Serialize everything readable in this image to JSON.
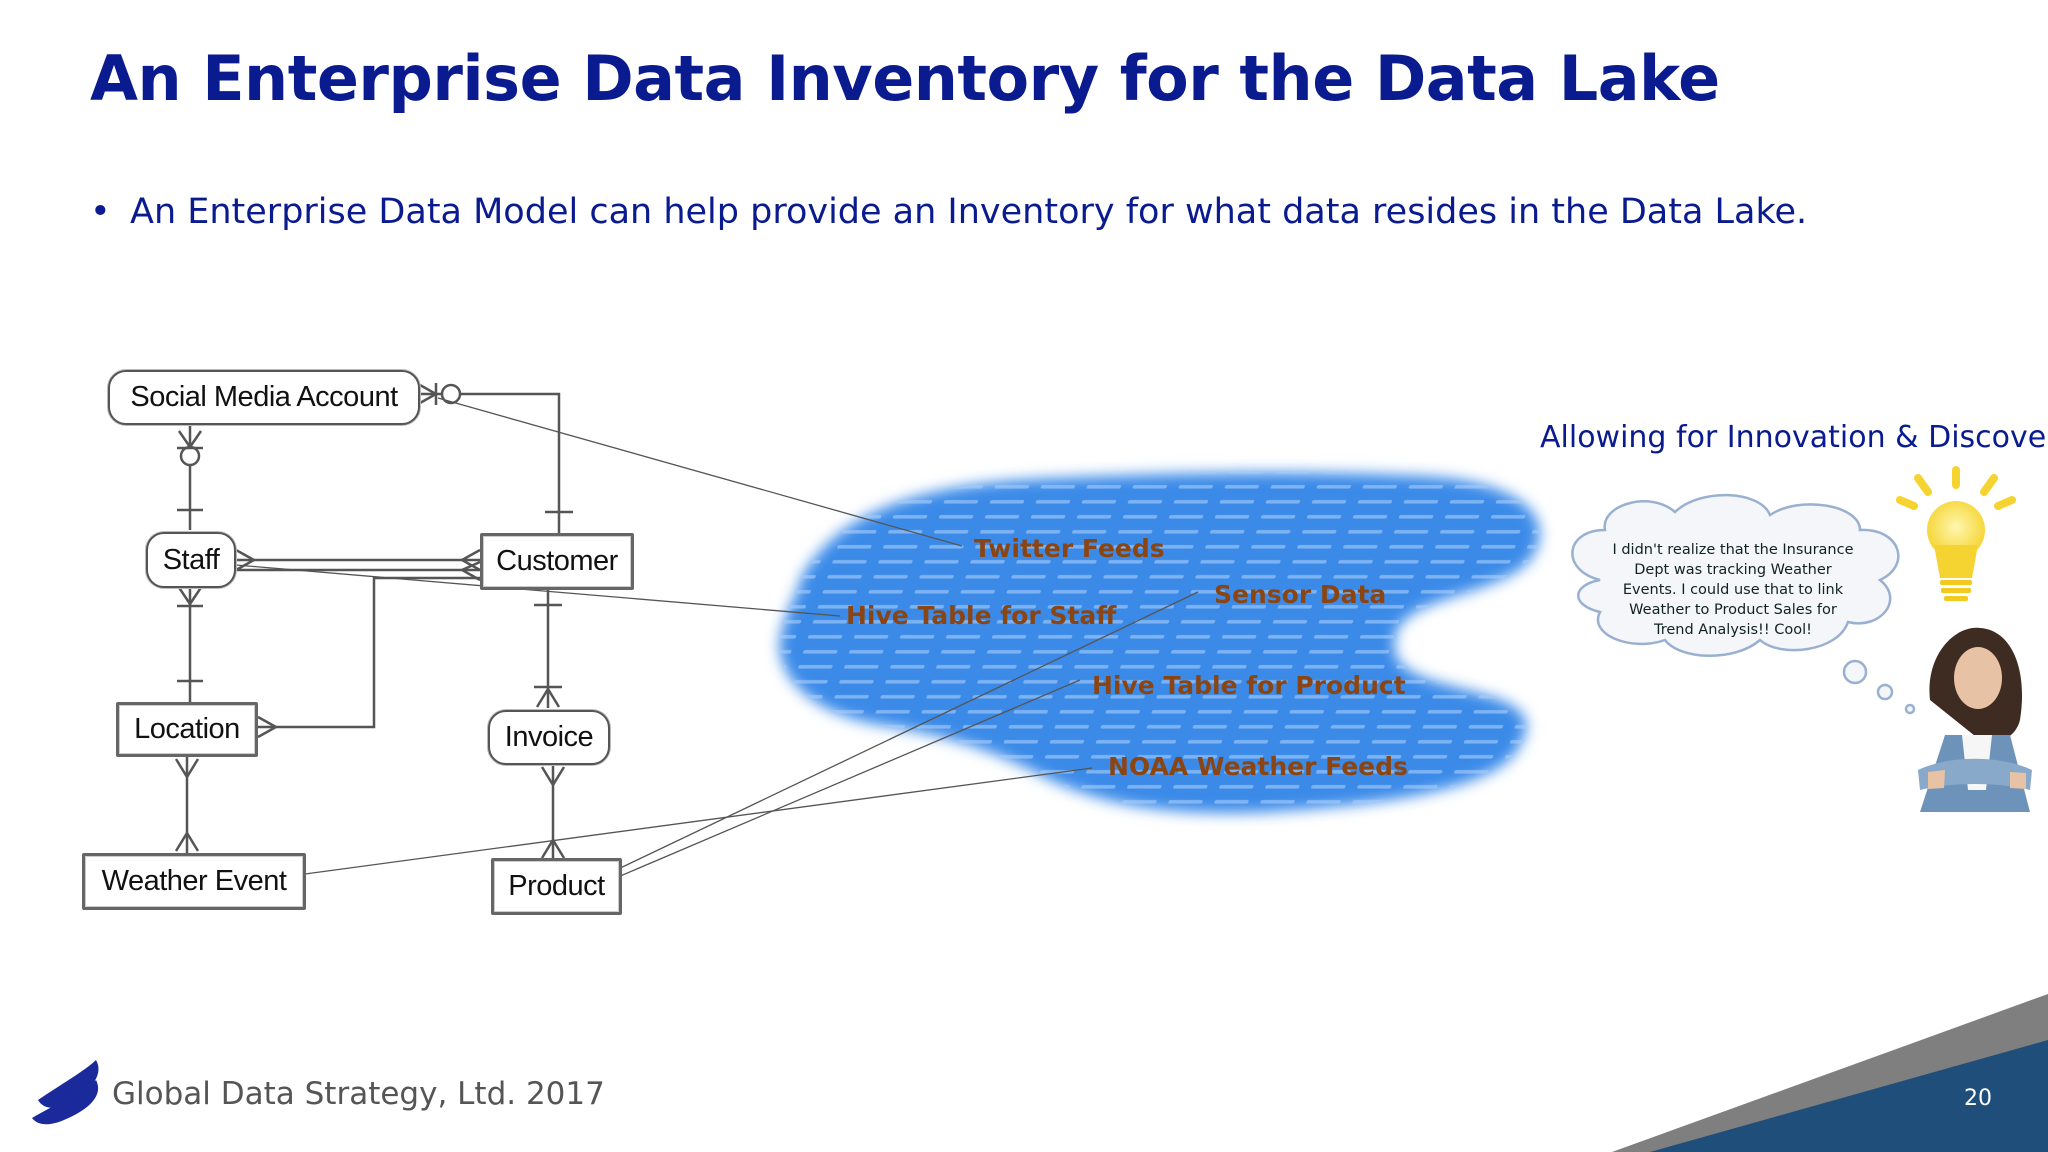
{
  "slide": {
    "title": "An Enterprise Data Inventory for the Data Lake",
    "bullet_marker": "•",
    "bullet": "An Enterprise Data Model can help provide an Inventory for what data resides in the Data Lake.",
    "page_number": "20"
  },
  "entities": {
    "social_media_account": "Social Media Account",
    "staff": "Staff",
    "customer": "Customer",
    "location": "Location",
    "invoice": "Invoice",
    "weather_event": "Weather Event",
    "product": "Product"
  },
  "lake": {
    "twitter_feeds": "Twitter Feeds",
    "hive_table_staff": "Hive Table for Staff",
    "sensor_data": "Sensor Data",
    "hive_table_product": "Hive Table for Product",
    "noaa_weather_feeds": "NOAA Weather Feeds"
  },
  "side": {
    "innovation_caption": "Allowing for Innovation & Discovery",
    "thought_lines": [
      "I didn't realize that the Insurance",
      "Dept was tracking Weather",
      "Events.  I could use that to link",
      "Weather to Product Sales for",
      "Trend Analysis!!  Cool!"
    ]
  },
  "footer": {
    "company": "Global Data Strategy, Ltd. 2017"
  },
  "colors": {
    "title": "#0a1a8f",
    "lake_label": "#8a4512",
    "lake_fill": "#3a8ae8",
    "corner_dark": "#1f4e7a",
    "corner_gray": "#7f7f7f",
    "bulb": "#f5d431"
  }
}
